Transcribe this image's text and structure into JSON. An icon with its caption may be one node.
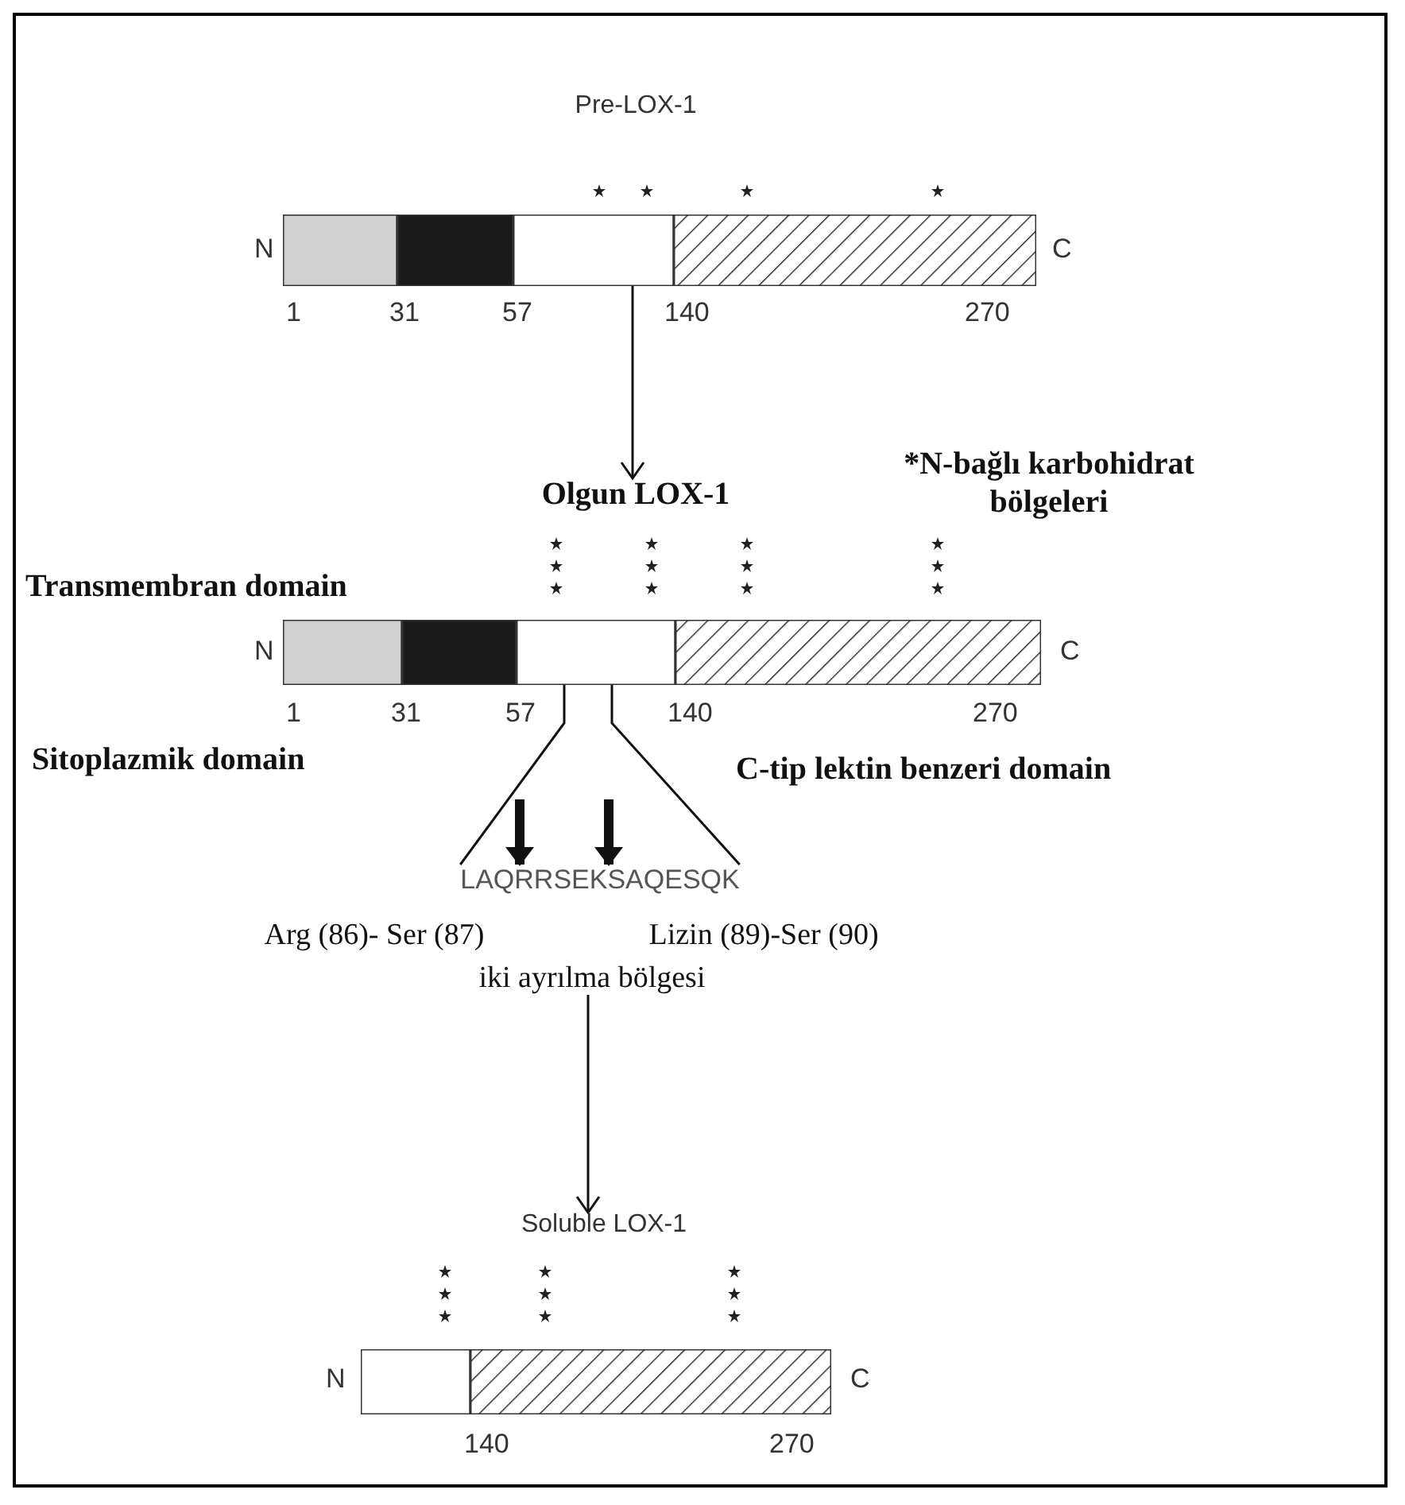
{
  "diagram": {
    "nodes": [
      {
        "text": [
          "Pre-LOX-1"
        ],
        "beside": [
          "N",
          "C",
          "1",
          "31",
          "57",
          "140",
          "270"
        ]
      },
      {
        "text": [
          "Olgun LOX-1"
        ],
        "beside": [
          "N",
          "C",
          "1",
          "31",
          "57",
          "140",
          "270"
        ]
      },
      {
        "text": [
          "LAQRRSEKSAQESQK"
        ]
      },
      {
        "text": [
          "Arg (86)- Ser (87)"
        ]
      },
      {
        "text": [
          "Lizin (89)-Ser (90)"
        ]
      },
      {
        "text": [
          "iki ayrılma bölgesi"
        ]
      },
      {
        "text": [
          "Soluble LOX-1"
        ],
        "beside": [
          "N",
          "C",
          "140",
          "270"
        ]
      }
    ],
    "edges": [
      {
        "from": 0,
        "to": 1,
        "arrow": "to"
      },
      {
        "from": 1,
        "to": 2,
        "arrow": "none"
      },
      {
        "from": 1,
        "to": 2,
        "arrow": "none"
      },
      {
        "from": null,
        "to": 2,
        "arrow": "to",
        "style": "thick"
      },
      {
        "from": null,
        "to": 2,
        "arrow": "to",
        "style": "thick"
      },
      {
        "from": 5,
        "to": 6,
        "arrow": "to"
      }
    ],
    "labels": [
      "*N-bağlı karbohidrat bölgeleri",
      "Transmembran domain",
      "Sitoplazmik domain",
      "C-tip lektin benzeri domain"
    ]
  }
}
